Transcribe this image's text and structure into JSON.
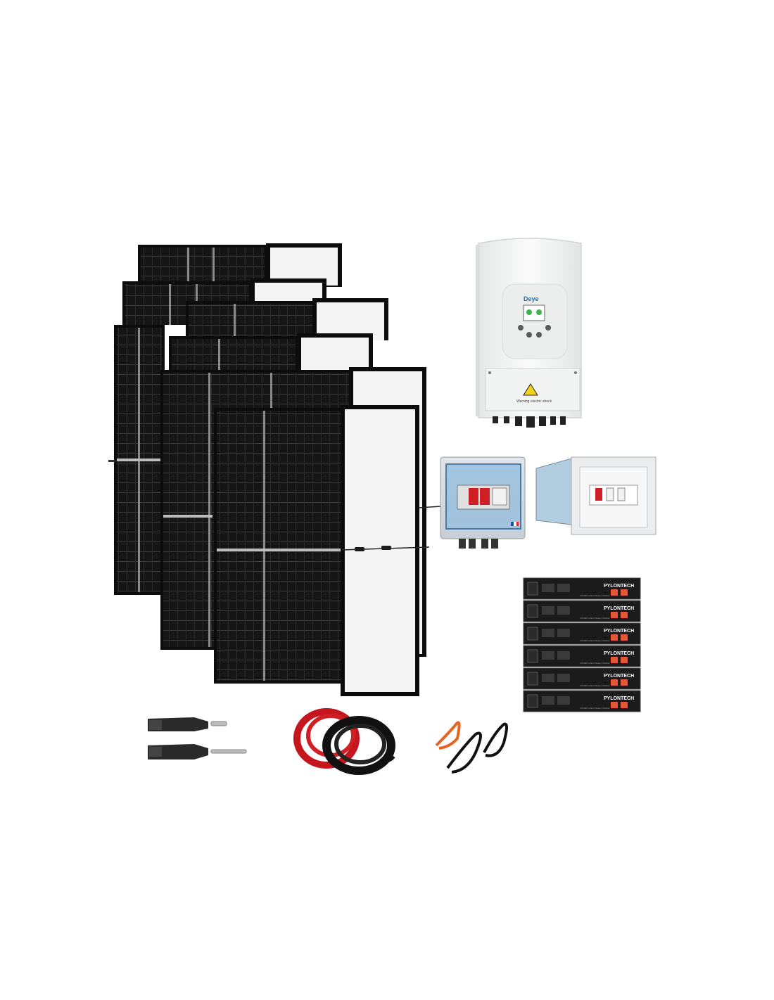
{
  "inverter": {
    "brand": "Deye",
    "warning_label": "Warning electric shock"
  },
  "battery": {
    "brand": "PYLONTECH",
    "module_label": "US5000 Lithium Battery Module",
    "count": 6
  },
  "colors": {
    "panel_cell": "#141414",
    "panel_frame": "#0c0c0c",
    "panel_back": "#f4f4f4",
    "inverter_body": "#f5f6f6",
    "battery_body": "#1b1b1b",
    "battery_button": "#e8553a",
    "cable_red": "#c4161c",
    "cable_black": "#111111",
    "cable_orange": "#e8641e",
    "box_blue": "#2f6a9a"
  }
}
